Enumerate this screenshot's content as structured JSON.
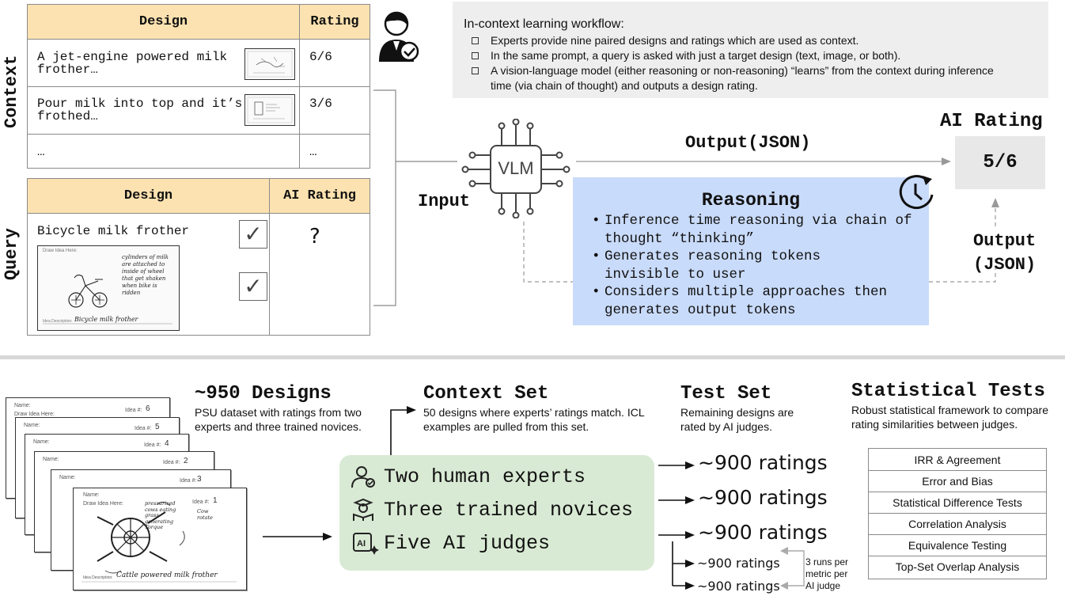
{
  "context_table": {
    "label": "Context",
    "header_design": "Design",
    "header_rating": "Rating",
    "rows": [
      {
        "design": "A jet-engine powered milk frother…",
        "rating": "6/6"
      },
      {
        "design": "Pour milk into top and it’s frothed…",
        "rating": "3/6"
      },
      {
        "design": "…",
        "rating": "…"
      }
    ]
  },
  "query_table": {
    "label": "Query",
    "header_design": "Design",
    "header_rating": "AI Rating",
    "design": "Bicycle milk frother",
    "rating": "?",
    "sketch_notes": "cylinders of milk are attached to inside of wheel that get shaken when bike is ridden",
    "sketch_description": "Bicycle milk frother",
    "sketch_header": "Draw Idea Here:",
    "sketch_desc_label": "Idea Description:"
  },
  "workflow": {
    "title": "In-context learning workflow:",
    "items": [
      "Experts provide nine paired designs and ratings which are used as context.",
      "In the same prompt, a query is asked with just a target design (text, image, or both).",
      "A vision-language model (either reasoning or non-reasoning)  “learns” from the context during inference time (via chain of thought) and outputs a design rating."
    ]
  },
  "vlm": {
    "chip_label": "VLM",
    "input_label": "Input",
    "output_label": "Output(JSON)",
    "ai_rating_title": "AI Rating",
    "ai_rating_value": "5/6",
    "output_label_2a": "Output",
    "output_label_2b": "(JSON)"
  },
  "reasoning": {
    "title": "Reasoning",
    "items": [
      "Inference time reasoning via chain of thought “thinking”",
      "Generates reasoning tokens invisible to user",
      "Considers multiple approaches then generates output tokens"
    ]
  },
  "designs": {
    "title": "~950 Designs",
    "desc": "PSU dataset with ratings from two experts and three trained novices.",
    "sheet_name_label": "Name:",
    "sheet_idea_label": "Idea #:",
    "sheet_draw_label": "Draw Idea Here:",
    "sheet_desc_label": "Idea Description:",
    "idea_numbers": [
      "6",
      "5",
      "4",
      "2",
      "3",
      "1"
    ],
    "front_notes_a": "pressurized cows eating grass generating Torque",
    "front_notes_b": "Cow rotate",
    "front_description": "Cattle powered milk frother"
  },
  "context_set": {
    "title": "Context Set",
    "desc": "50 designs where experts’ ratings match. ICL examples are pulled from this set."
  },
  "judges": {
    "items": [
      {
        "icon": "user-check-icon",
        "label": "Two human experts"
      },
      {
        "icon": "student-icon",
        "label": "Three trained novices"
      },
      {
        "icon": "ai-judge-icon",
        "label": "Five AI judges"
      }
    ]
  },
  "test_set": {
    "title": "Test Set",
    "desc": "Remaining designs are rated by AI judges.",
    "ratings_large": [
      "~900 ratings",
      "~900 ratings",
      "~900 ratings"
    ],
    "ratings_small": [
      "~900 ratings",
      "~900 ratings"
    ],
    "runs_note": "3 runs per metric per AI judge"
  },
  "stats": {
    "title": "Statistical Tests",
    "desc": "Robust statistical framework to compare rating similarities between judges.",
    "items": [
      "IRR & Agreement",
      "Error and Bias",
      "Statistical Difference Tests",
      "Correlation Analysis",
      "Equivalence Testing",
      "Top-Set Overlap Analysis"
    ]
  },
  "colors": {
    "table_header": "#fce2b0",
    "workflow_bg": "#eeeeee",
    "reasoning_bg": "#c9dbfa",
    "judges_bg": "#d9ead4",
    "rating_box": "#e8e8e8"
  }
}
